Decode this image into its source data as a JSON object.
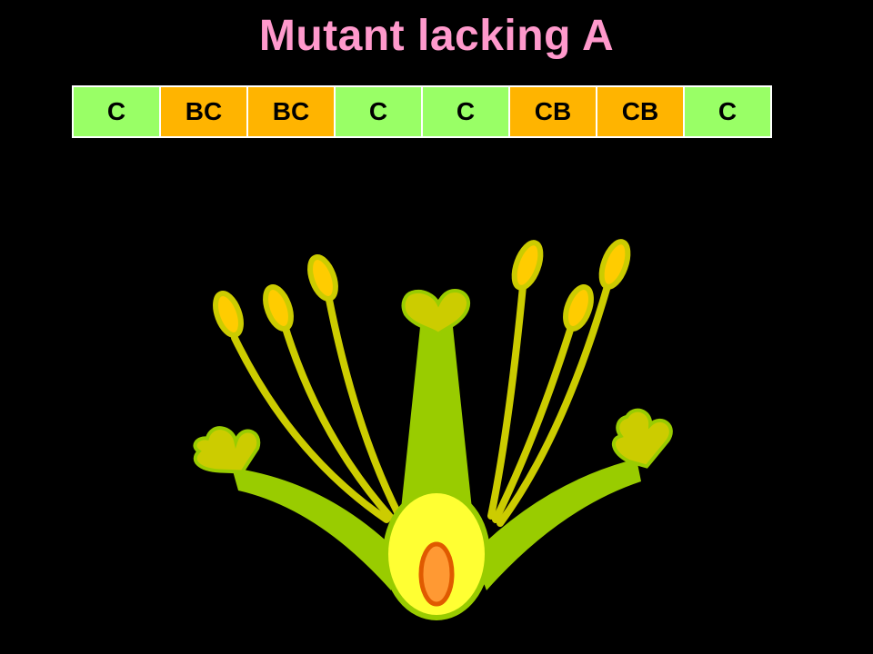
{
  "title": "Mutant lacking A",
  "colors": {
    "title": "#FF99CC",
    "c_cell": "#99FF66",
    "bc_cell": "#FFB400",
    "stalk_green": "#99CC00",
    "filament": "#CCCC00",
    "anther_fill": "#FFCC00",
    "anther_rim": "#CCCC00",
    "carpel_tip": "#CCCC00",
    "ovary": "#FFFF33",
    "ovule": "#FF9933",
    "ovule_rim": "#E05A00"
  },
  "whorl_codes": [
    {
      "label": "C",
      "kind": "c"
    },
    {
      "label": "BC",
      "kind": "bc"
    },
    {
      "label": "BC",
      "kind": "bc"
    },
    {
      "label": "C",
      "kind": "c"
    },
    {
      "label": "C",
      "kind": "c"
    },
    {
      "label": "CB",
      "kind": "bc"
    },
    {
      "label": "CB",
      "kind": "bc"
    },
    {
      "label": "C",
      "kind": "c"
    }
  ],
  "flower_parts": {
    "carpelloid_sepals": 2,
    "stamens": 6,
    "central_carpel": 1
  }
}
